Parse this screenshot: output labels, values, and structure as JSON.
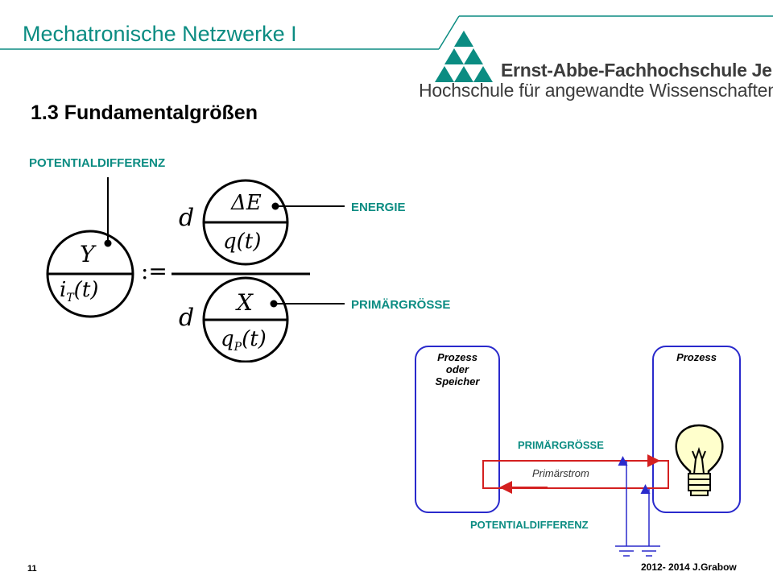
{
  "header": {
    "course_title": "Mechatronische Netzwerke I",
    "school_name": "Ernst-Abbe-Fachhochschule Jena",
    "school_subtitle": "Hochschule für angewandte Wissenschaften",
    "accent_color": "#0b8c82"
  },
  "section_title": "1.3 Fundamentalgrößen",
  "formula": {
    "label_potential": "POTENTIALDIFFERENZ",
    "label_energy": "ENERGIE",
    "label_primary": "PRIMÄRGRÖSSE",
    "left_top": "Y",
    "left_bottom_base": "i",
    "left_bottom_sub": "T",
    "left_bottom_arg": "(t)",
    "assign": ":=",
    "d_top": "d",
    "d_bottom": "d",
    "energy_top": "ΔE",
    "energy_bottom": "q(t)",
    "primary_top": "X",
    "primary_bottom_base": "q",
    "primary_bottom_sub": "P",
    "primary_bottom_arg": "(t)"
  },
  "process_diagram": {
    "left_box": "Prozess\noder\nSpeicher",
    "right_box": "Prozess",
    "primary_label": "PRIMÄRGRÖSSE",
    "flow_label": "Primärstrom",
    "potential_label": "POTENTIALDIFFERENZ",
    "box_color": "#2a2acc",
    "flow_color": "#d42020"
  },
  "footer": {
    "page": "11",
    "copyright": "2012- 2014 J.Grabow"
  }
}
